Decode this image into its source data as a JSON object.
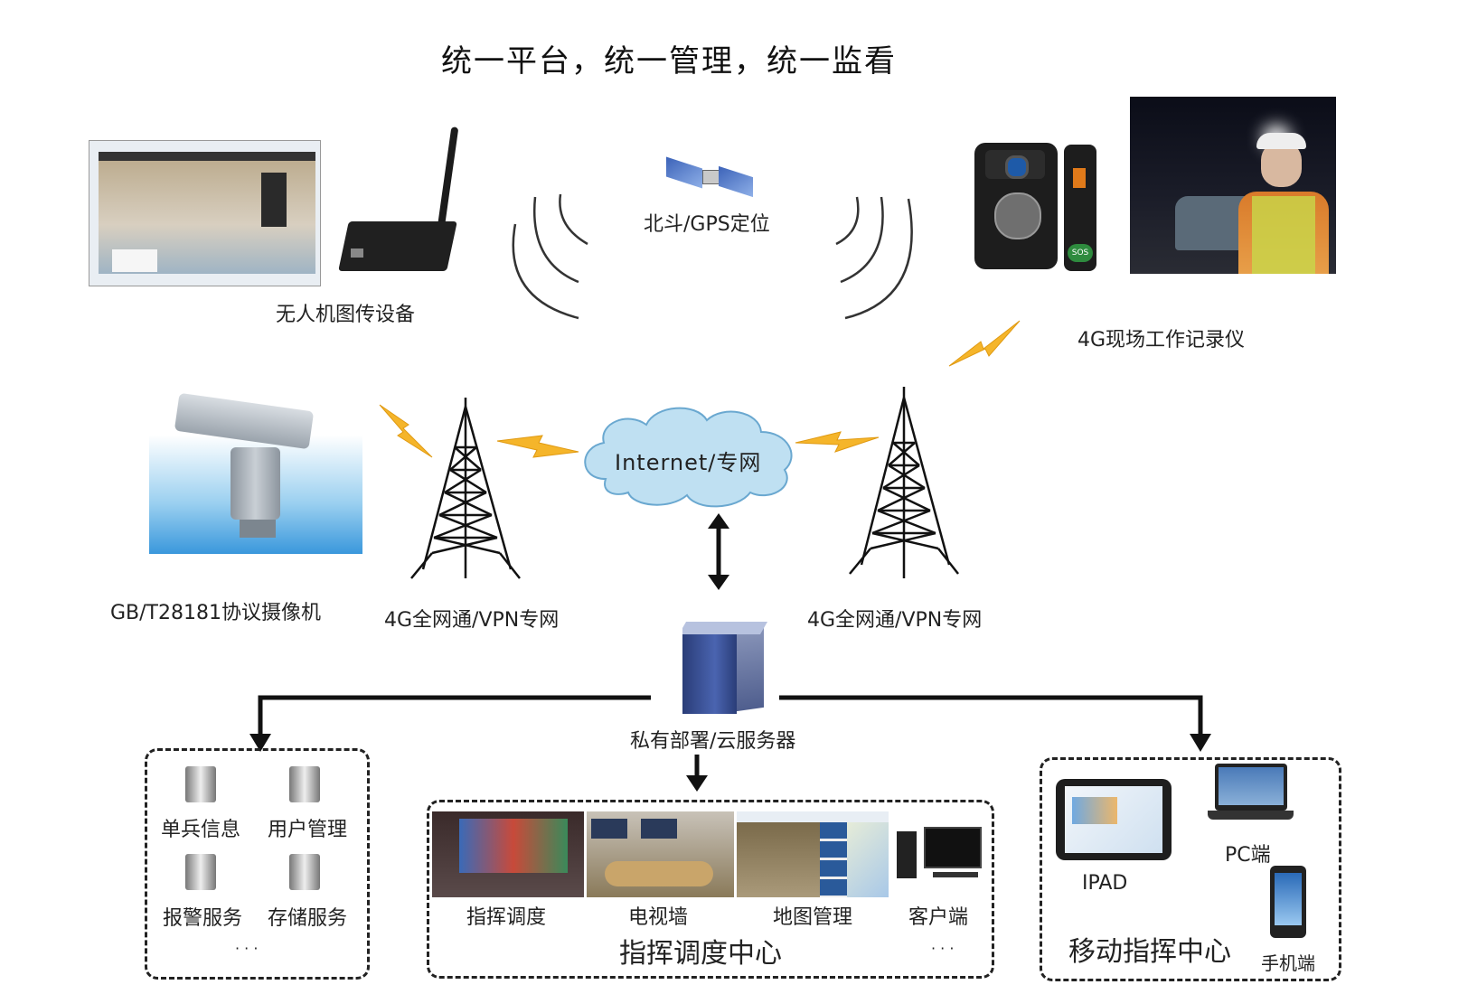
{
  "title": "统一平台，统一管理，统一监看",
  "labels": {
    "drone": "无人机图传设备",
    "beidou": "北斗/GPS定位",
    "recorder": "4G现场工作记录仪",
    "camera": "GB/T28181协议摄像机",
    "net_left": "4G全网通/VPN专网",
    "net_right": "4G全网通/VPN专网",
    "cloud": "Internet/专网",
    "server": "私有部署/云服务器",
    "sos": "SOS"
  },
  "left_box": {
    "items": [
      "单兵信息",
      "用户管理",
      "报警服务",
      "存储服务"
    ],
    "more": "· · ·"
  },
  "center_box": {
    "items": [
      "指挥调度",
      "电视墙",
      "地图管理",
      "客户端"
    ],
    "title": "指挥调度中心",
    "more": "· · ·"
  },
  "right_box": {
    "ipad": "IPAD",
    "pc": "PC端",
    "phone": "手机端",
    "title": "移动指挥中心"
  }
}
